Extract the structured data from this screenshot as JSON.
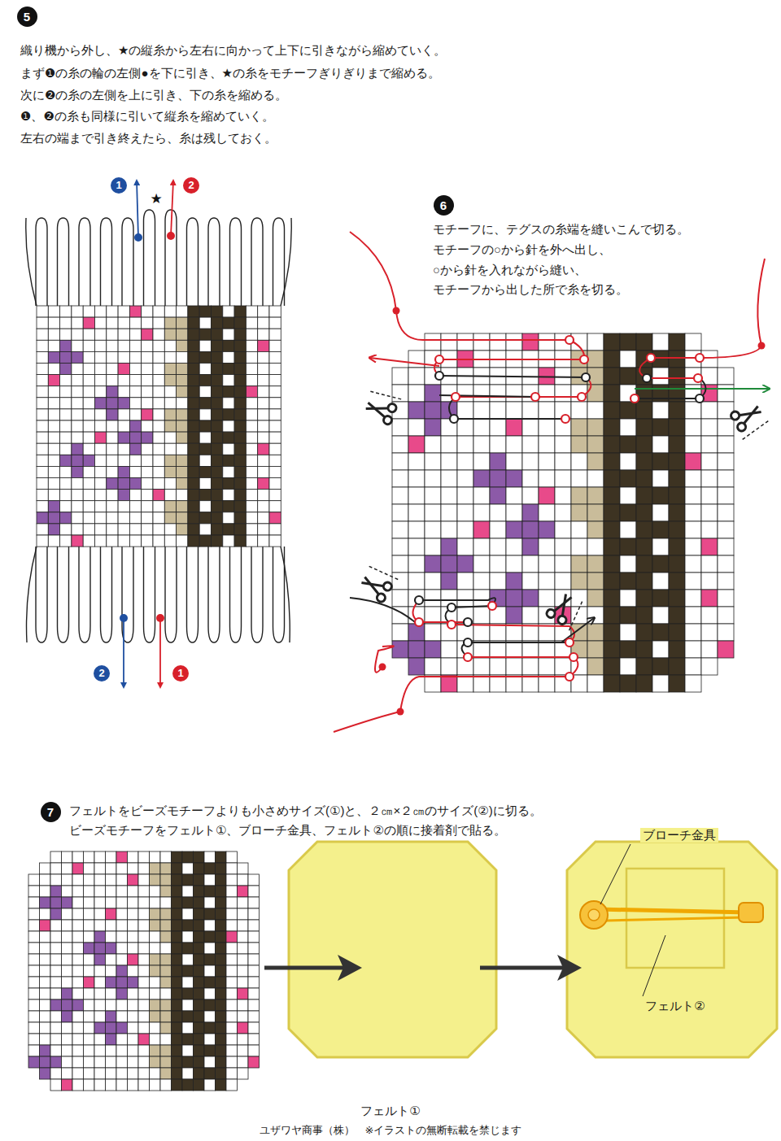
{
  "diagram": {
    "nodes": [
      {
        "text": [
          "5"
        ]
      },
      {
        "text": [
          "6"
        ]
      },
      {
        "text": [
          "7"
        ]
      }
    ],
    "labels": [
      "織り機から外し、★の縦糸から左右に向かって上下に引きながら縮めていく。",
      "まず❶の糸の輪の左側●を下に引き、★の糸をモチーフぎりぎりまで縮める。",
      "次に❷の糸の左側を上に引き、下の糸を縮める。",
      "❶、❷の糸も同様に引いて縦糸を縮めていく。",
      "左右の端まで引き終えたら、糸は残しておく。",
      "1",
      "★",
      "2",
      "2",
      "1",
      "モチーフに、テグスの糸端を縫いこんで切る。",
      "モチーフの○から針を外へ出し、",
      "○から針を入れながら縫い、",
      "モチーフから出した所で糸を切る。",
      "フェルトをビーズモチーフよりも小さめサイズ(①)と、２㎝×２㎝のサイズ(②)に切る。",
      "ビーズモチーフをフェルト①、ブローチ金具、フェルト②の順に接着剤で貼る。",
      "ブローチ金具",
      "フェルト②",
      "フェルト①",
      "ユザワヤ商事（株）　※イラストの無断転載を禁じます"
    ]
  }
}
